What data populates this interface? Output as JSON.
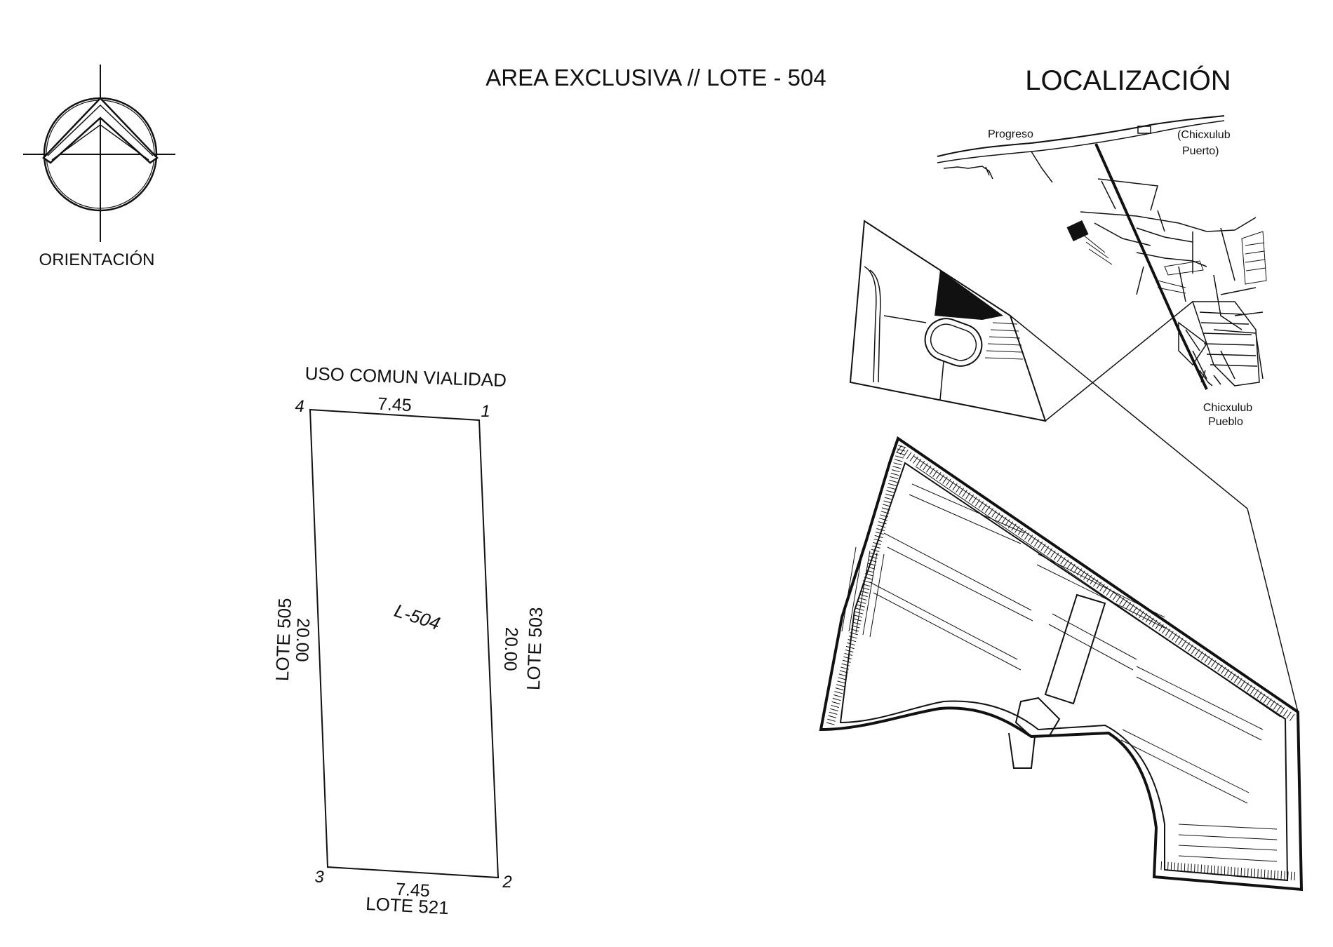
{
  "header": {
    "title": "AREA EXCLUSIVA // LOTE - 504",
    "localizacion": "LOCALIZACIÓN"
  },
  "orientation": {
    "label": "ORIENTACIÓN",
    "icon": "north-arrow-icon"
  },
  "lot": {
    "top_neighbor": "USO COMUN VIALIDAD",
    "bottom_neighbor": "LOTE 521",
    "left_neighbor": "LOTE 505",
    "right_neighbor": "LOTE 503",
    "lot_label": "L-504",
    "dim_top": "7.45",
    "dim_bottom": "7.45",
    "dim_left": "20.00",
    "dim_right": "20.00",
    "vertices": [
      "1",
      "2",
      "3",
      "4"
    ]
  },
  "map": {
    "labels": {
      "progreso": "Progreso",
      "chicxulub_puerto_1": "(Chicxulub",
      "chicxulub_puerto_2": "Puerto)",
      "chicxulub_pueblo_1": "Chicxulub",
      "chicxulub_pueblo_2": "Pueblo"
    }
  }
}
